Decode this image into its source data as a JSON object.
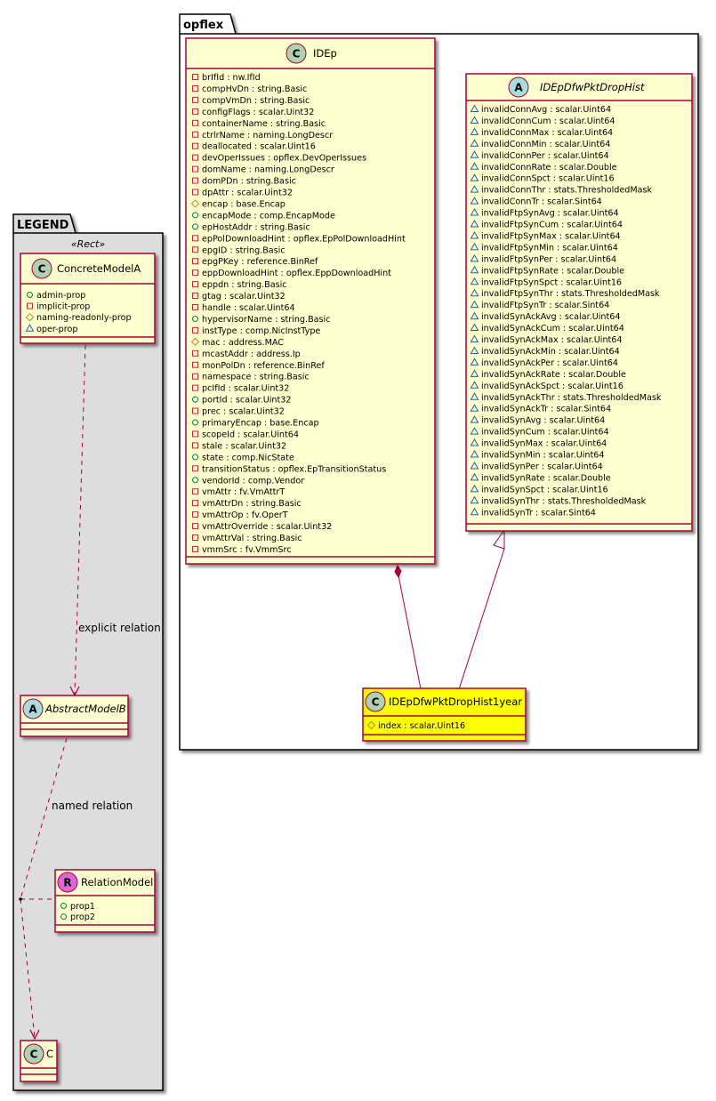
{
  "colors": {
    "class_fill": "#FEFECE",
    "class_border": "#A80036",
    "highlight_fill": "#FFFF00",
    "legend_bg": "#DDDDDD",
    "class_badge": "#ADD1B2",
    "abstract_badge": "#A9DCDF",
    "relation_badge": "#E066D6",
    "vis_public": "#038048",
    "vis_private": "#C82930",
    "vis_protected": "#B38D22",
    "vis_package": "#1963A0"
  },
  "legend": {
    "package_name": "LEGEND",
    "stereotype": "«Rect»",
    "concrete": {
      "badge": "C",
      "name": "ConcreteModelA",
      "attributes": [
        {
          "vis": "public",
          "text": "admin-prop"
        },
        {
          "vis": "private",
          "text": "implicit-prop"
        },
        {
          "vis": "protected",
          "text": "naming-readonly-prop"
        },
        {
          "vis": "package",
          "text": "oper-prop"
        }
      ]
    },
    "explicit_label": "explicit relation",
    "abstract": {
      "badge": "A",
      "name": "AbstractModelB"
    },
    "named_label": "named relation",
    "relation": {
      "badge": "R",
      "name": "RelationModel",
      "attributes": [
        {
          "vis": "public",
          "text": "prop1"
        },
        {
          "vis": "public",
          "text": "prop2"
        }
      ]
    },
    "target": {
      "badge": "C",
      "name": "C"
    }
  },
  "opflex": {
    "package_name": "opflex",
    "idep": {
      "badge": "C",
      "name": "IDEp",
      "attributes": [
        {
          "vis": "private",
          "text": "brIfId : nw.IfId"
        },
        {
          "vis": "private",
          "text": "compHvDn : string.Basic"
        },
        {
          "vis": "private",
          "text": "compVmDn : string.Basic"
        },
        {
          "vis": "private",
          "text": "configFlags : scalar.Uint32"
        },
        {
          "vis": "private",
          "text": "containerName : string.Basic"
        },
        {
          "vis": "private",
          "text": "ctrlrName : naming.LongDescr"
        },
        {
          "vis": "private",
          "text": "deallocated : scalar.Uint16"
        },
        {
          "vis": "private",
          "text": "devOperIssues : opflex.DevOperIssues"
        },
        {
          "vis": "private",
          "text": "domName : naming.LongDescr"
        },
        {
          "vis": "private",
          "text": "domPDn : string.Basic"
        },
        {
          "vis": "private",
          "text": "dpAttr : scalar.Uint32"
        },
        {
          "vis": "protected",
          "text": "encap : base.Encap"
        },
        {
          "vis": "public",
          "text": "encapMode : comp.EncapMode"
        },
        {
          "vis": "public",
          "text": "epHostAddr : string.Basic"
        },
        {
          "vis": "private",
          "text": "epPolDownloadHint : opflex.EpPolDownloadHint"
        },
        {
          "vis": "private",
          "text": "epgID : string.Basic"
        },
        {
          "vis": "private",
          "text": "epgPKey : reference.BinRef"
        },
        {
          "vis": "private",
          "text": "eppDownloadHint : opflex.EppDownloadHint"
        },
        {
          "vis": "private",
          "text": "eppdn : string.Basic"
        },
        {
          "vis": "private",
          "text": "gtag : scalar.Uint32"
        },
        {
          "vis": "private",
          "text": "handle : scalar.Uint64"
        },
        {
          "vis": "public",
          "text": "hypervisorName : string.Basic"
        },
        {
          "vis": "private",
          "text": "instType : comp.NicInstType"
        },
        {
          "vis": "protected",
          "text": "mac : address.MAC"
        },
        {
          "vis": "private",
          "text": "mcastAddr : address.Ip"
        },
        {
          "vis": "private",
          "text": "monPolDn : reference.BinRef"
        },
        {
          "vis": "private",
          "text": "namespace : string.Basic"
        },
        {
          "vis": "private",
          "text": "pcIfId : scalar.Uint32"
        },
        {
          "vis": "public",
          "text": "portId : scalar.Uint32"
        },
        {
          "vis": "private",
          "text": "prec : scalar.Uint32"
        },
        {
          "vis": "public",
          "text": "primaryEncap : base.Encap"
        },
        {
          "vis": "private",
          "text": "scopeId : scalar.Uint64"
        },
        {
          "vis": "private",
          "text": "stale : scalar.Uint32"
        },
        {
          "vis": "public",
          "text": "state : comp.NicState"
        },
        {
          "vis": "private",
          "text": "transitionStatus : opflex.EpTransitionStatus"
        },
        {
          "vis": "public",
          "text": "vendorId : comp.Vendor"
        },
        {
          "vis": "private",
          "text": "vmAttr : fv.VmAttrT"
        },
        {
          "vis": "private",
          "text": "vmAttrDn : string.Basic"
        },
        {
          "vis": "private",
          "text": "vmAttrOp : fv.OperT"
        },
        {
          "vis": "private",
          "text": "vmAttrOverride : scalar.Uint32"
        },
        {
          "vis": "private",
          "text": "vmAttrVal : string.Basic"
        },
        {
          "vis": "private",
          "text": "vmmSrc : fv.VmmSrc"
        }
      ]
    },
    "hist": {
      "badge": "A",
      "name": "IDEpDfwPktDropHist",
      "attributes": [
        {
          "vis": "package",
          "text": "invalidConnAvg : scalar.Uint64"
        },
        {
          "vis": "package",
          "text": "invalidConnCum : scalar.Uint64"
        },
        {
          "vis": "package",
          "text": "invalidConnMax : scalar.Uint64"
        },
        {
          "vis": "package",
          "text": "invalidConnMin : scalar.Uint64"
        },
        {
          "vis": "package",
          "text": "invalidConnPer : scalar.Uint64"
        },
        {
          "vis": "package",
          "text": "invalidConnRate : scalar.Double"
        },
        {
          "vis": "package",
          "text": "invalidConnSpct : scalar.Uint16"
        },
        {
          "vis": "package",
          "text": "invalidConnThr : stats.ThresholdedMask"
        },
        {
          "vis": "package",
          "text": "invalidConnTr : scalar.Sint64"
        },
        {
          "vis": "package",
          "text": "invalidFtpSynAvg : scalar.Uint64"
        },
        {
          "vis": "package",
          "text": "invalidFtpSynCum : scalar.Uint64"
        },
        {
          "vis": "package",
          "text": "invalidFtpSynMax : scalar.Uint64"
        },
        {
          "vis": "package",
          "text": "invalidFtpSynMin : scalar.Uint64"
        },
        {
          "vis": "package",
          "text": "invalidFtpSynPer : scalar.Uint64"
        },
        {
          "vis": "package",
          "text": "invalidFtpSynRate : scalar.Double"
        },
        {
          "vis": "package",
          "text": "invalidFtpSynSpct : scalar.Uint16"
        },
        {
          "vis": "package",
          "text": "invalidFtpSynThr : stats.ThresholdedMask"
        },
        {
          "vis": "package",
          "text": "invalidFtpSynTr : scalar.Sint64"
        },
        {
          "vis": "package",
          "text": "invalidSynAckAvg : scalar.Uint64"
        },
        {
          "vis": "package",
          "text": "invalidSynAckCum : scalar.Uint64"
        },
        {
          "vis": "package",
          "text": "invalidSynAckMax : scalar.Uint64"
        },
        {
          "vis": "package",
          "text": "invalidSynAckMin : scalar.Uint64"
        },
        {
          "vis": "package",
          "text": "invalidSynAckPer : scalar.Uint64"
        },
        {
          "vis": "package",
          "text": "invalidSynAckRate : scalar.Double"
        },
        {
          "vis": "package",
          "text": "invalidSynAckSpct : scalar.Uint16"
        },
        {
          "vis": "package",
          "text": "invalidSynAckThr : stats.ThresholdedMask"
        },
        {
          "vis": "package",
          "text": "invalidSynAckTr : scalar.Sint64"
        },
        {
          "vis": "package",
          "text": "invalidSynAvg : scalar.Uint64"
        },
        {
          "vis": "package",
          "text": "invalidSynCum : scalar.Uint64"
        },
        {
          "vis": "package",
          "text": "invalidSynMax : scalar.Uint64"
        },
        {
          "vis": "package",
          "text": "invalidSynMin : scalar.Uint64"
        },
        {
          "vis": "package",
          "text": "invalidSynPer : scalar.Uint64"
        },
        {
          "vis": "package",
          "text": "invalidSynRate : scalar.Double"
        },
        {
          "vis": "package",
          "text": "invalidSynSpct : scalar.Uint16"
        },
        {
          "vis": "package",
          "text": "invalidSynThr : stats.ThresholdedMask"
        },
        {
          "vis": "package",
          "text": "invalidSynTr : scalar.Sint64"
        }
      ]
    },
    "year": {
      "badge": "C",
      "name": "IDEpDfwPktDropHist1year",
      "attributes": [
        {
          "vis": "protected-hollow",
          "text": "index : scalar.Uint16"
        }
      ]
    }
  }
}
